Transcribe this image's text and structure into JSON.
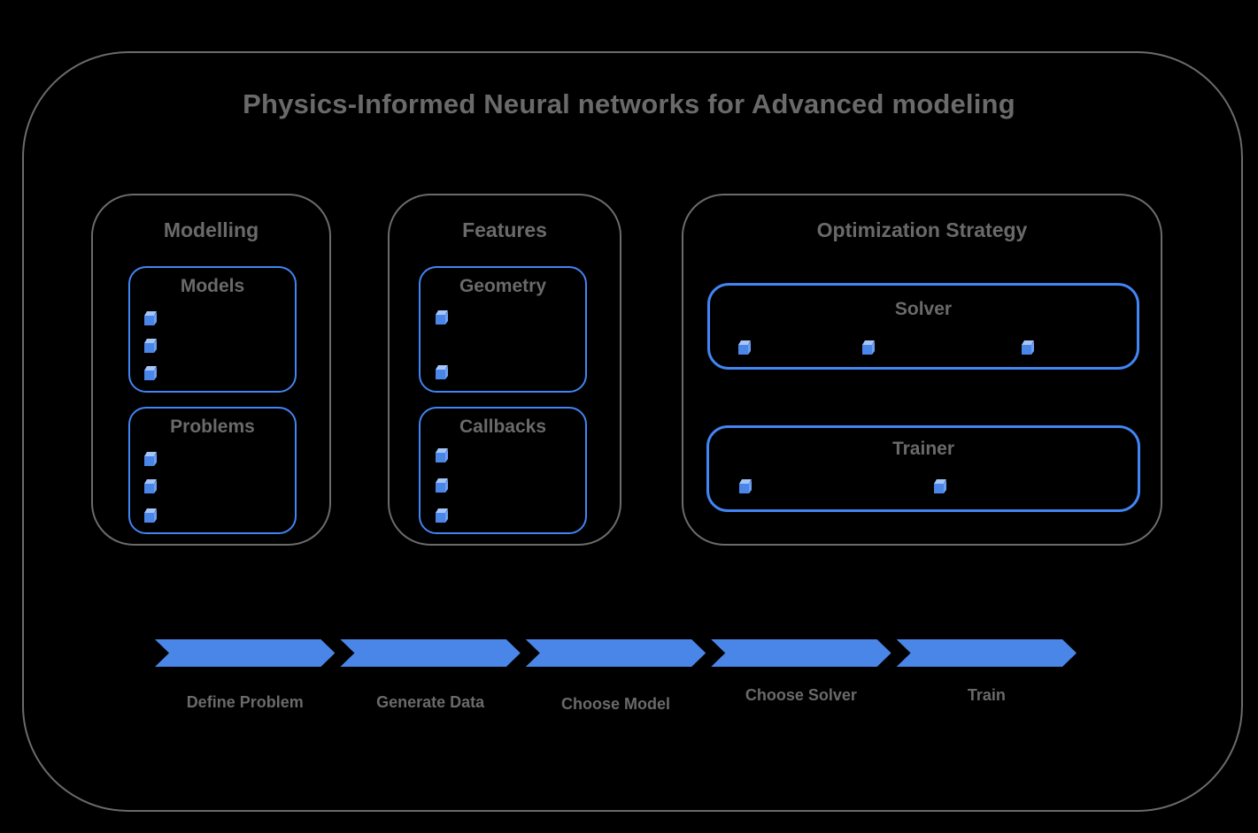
{
  "title": "Physics-Informed Neural networks for Advanced modeling",
  "colors": {
    "background": "#000000",
    "frame_gray": "#6b6b6b",
    "text_gray": "#6a6a6a",
    "border_blue": "#4285f4",
    "accent_blue": "#4a86e8",
    "cube_top": "#a6c6f9",
    "cube_side": "#6d9ff2"
  },
  "panels": {
    "modelling": {
      "title": "Modelling",
      "boxes": {
        "models": {
          "title": "Models",
          "bullet_icon": "cube-icon",
          "bullet_count": 3
        },
        "problems": {
          "title": "Problems",
          "bullet_icon": "cube-icon",
          "bullet_count": 3
        }
      }
    },
    "features": {
      "title": "Features",
      "boxes": {
        "geometry": {
          "title": "Geometry",
          "bullet_icon": "cube-icon",
          "bullet_count": 2
        },
        "callbacks": {
          "title": "Callbacks",
          "bullet_icon": "cube-icon",
          "bullet_count": 3
        }
      }
    },
    "optimization": {
      "title": "Optimization Strategy",
      "boxes": {
        "solver": {
          "title": "Solver",
          "bullet_icon": "cube-icon",
          "bullet_count": 3
        },
        "trainer": {
          "title": "Trainer",
          "bullet_icon": "cube-icon",
          "bullet_count": 2
        }
      }
    }
  },
  "flow": {
    "steps": [
      "Define Problem",
      "Generate Data",
      "Choose Model",
      "Choose Solver",
      "Train"
    ]
  }
}
